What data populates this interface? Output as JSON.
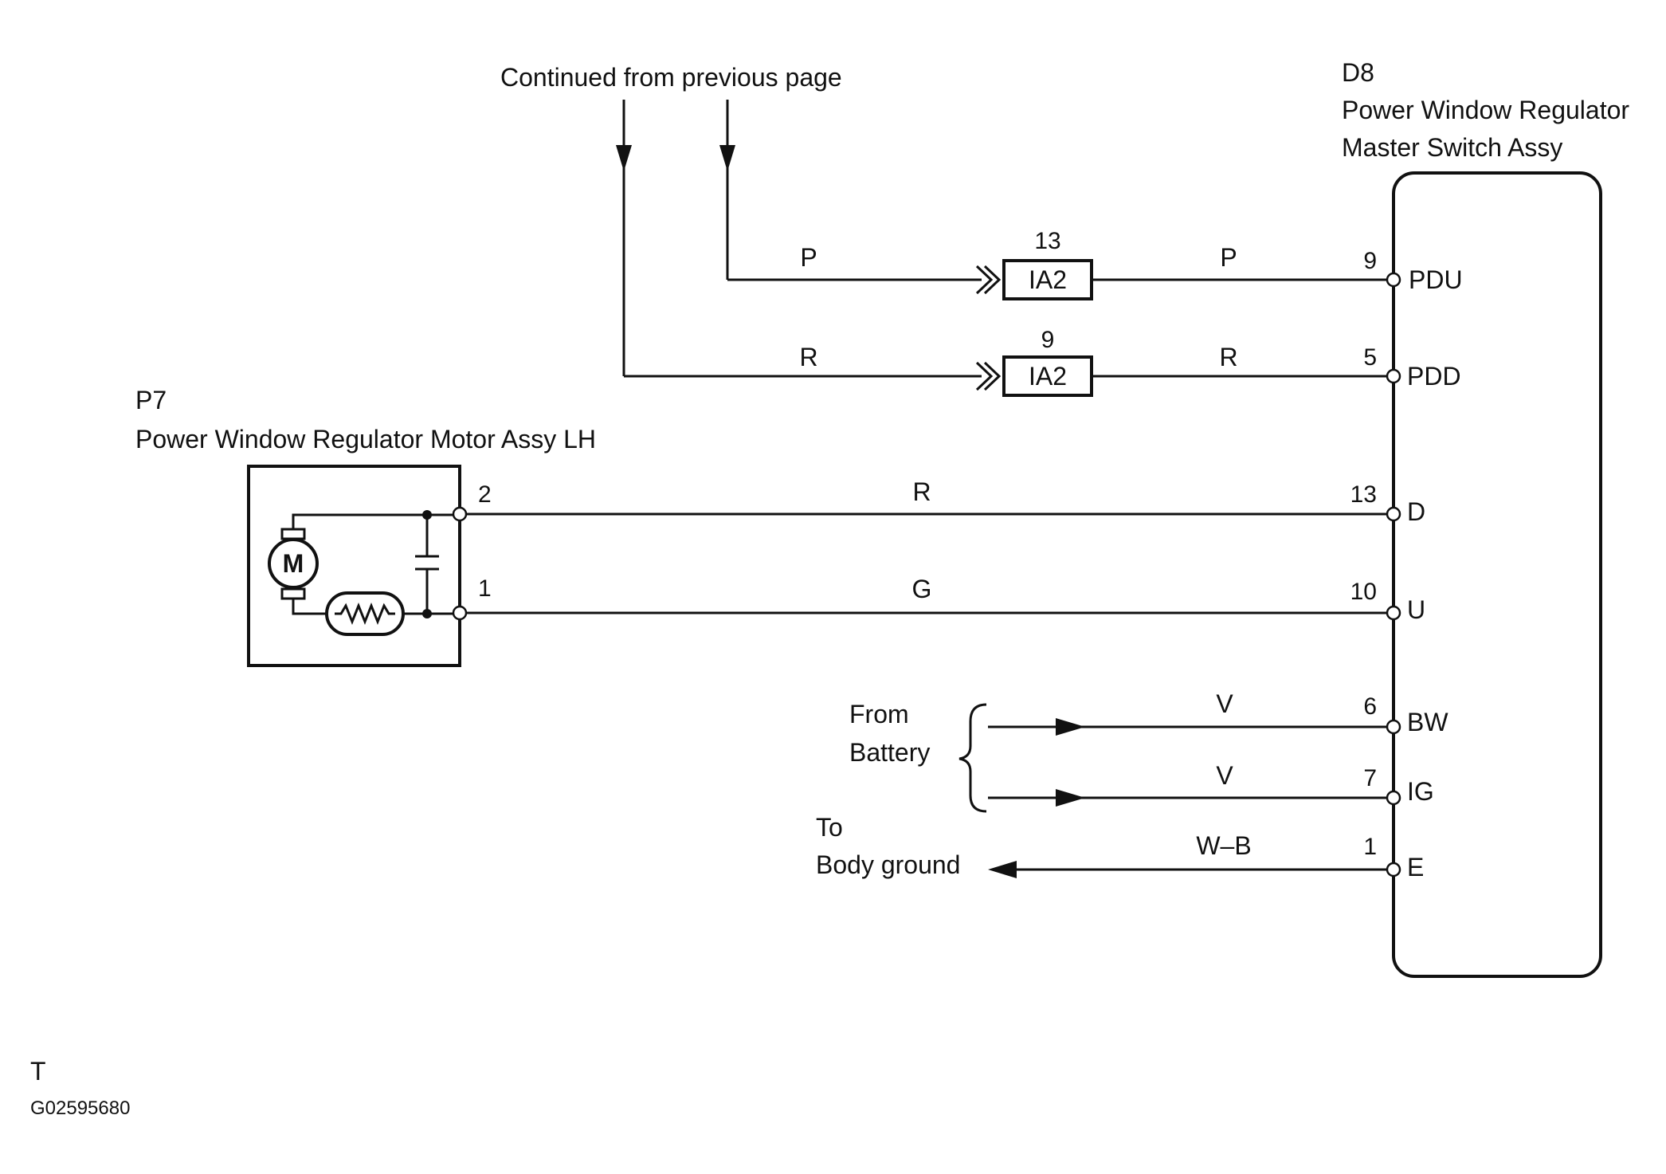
{
  "continued_label": "Continued from previous page",
  "master_switch": {
    "code": "D8",
    "name_line1": "Power Window Regulator",
    "name_line2": "Master Switch Assy",
    "pins": [
      {
        "num": "9",
        "name": "PDU"
      },
      {
        "num": "5",
        "name": "PDD"
      },
      {
        "num": "13",
        "name": "D"
      },
      {
        "num": "10",
        "name": "U"
      },
      {
        "num": "6",
        "name": "BW"
      },
      {
        "num": "7",
        "name": "IG"
      },
      {
        "num": "1",
        "name": "E"
      }
    ]
  },
  "motor": {
    "code": "P7",
    "name": "Power Window Regulator Motor Assy LH",
    "motor_symbol": "M",
    "pins": [
      "2",
      "1"
    ]
  },
  "connectors": [
    {
      "pin": "13",
      "name": "IA2"
    },
    {
      "pin": "9",
      "name": "IA2"
    }
  ],
  "wire_colors": {
    "pdu_left": "P",
    "pdu_right": "P",
    "pdd_left": "R",
    "pdd_right": "R",
    "d": "R",
    "u": "G",
    "bw": "V",
    "ig": "V",
    "e": "W–B"
  },
  "battery_label_line1": "From",
  "battery_label_line2": "Battery",
  "ground_label_line1": "To",
  "ground_label_line2": "Body ground",
  "footer_letter": "T",
  "figure_code": "G02595680",
  "icons": [
    "down-arrow-icon",
    "connector-chevron-icon",
    "motor-icon",
    "capacitor-icon",
    "ptc-thermistor-icon",
    "right-arrow-icon",
    "left-arrow-icon",
    "brace-icon",
    "terminal-icon"
  ]
}
